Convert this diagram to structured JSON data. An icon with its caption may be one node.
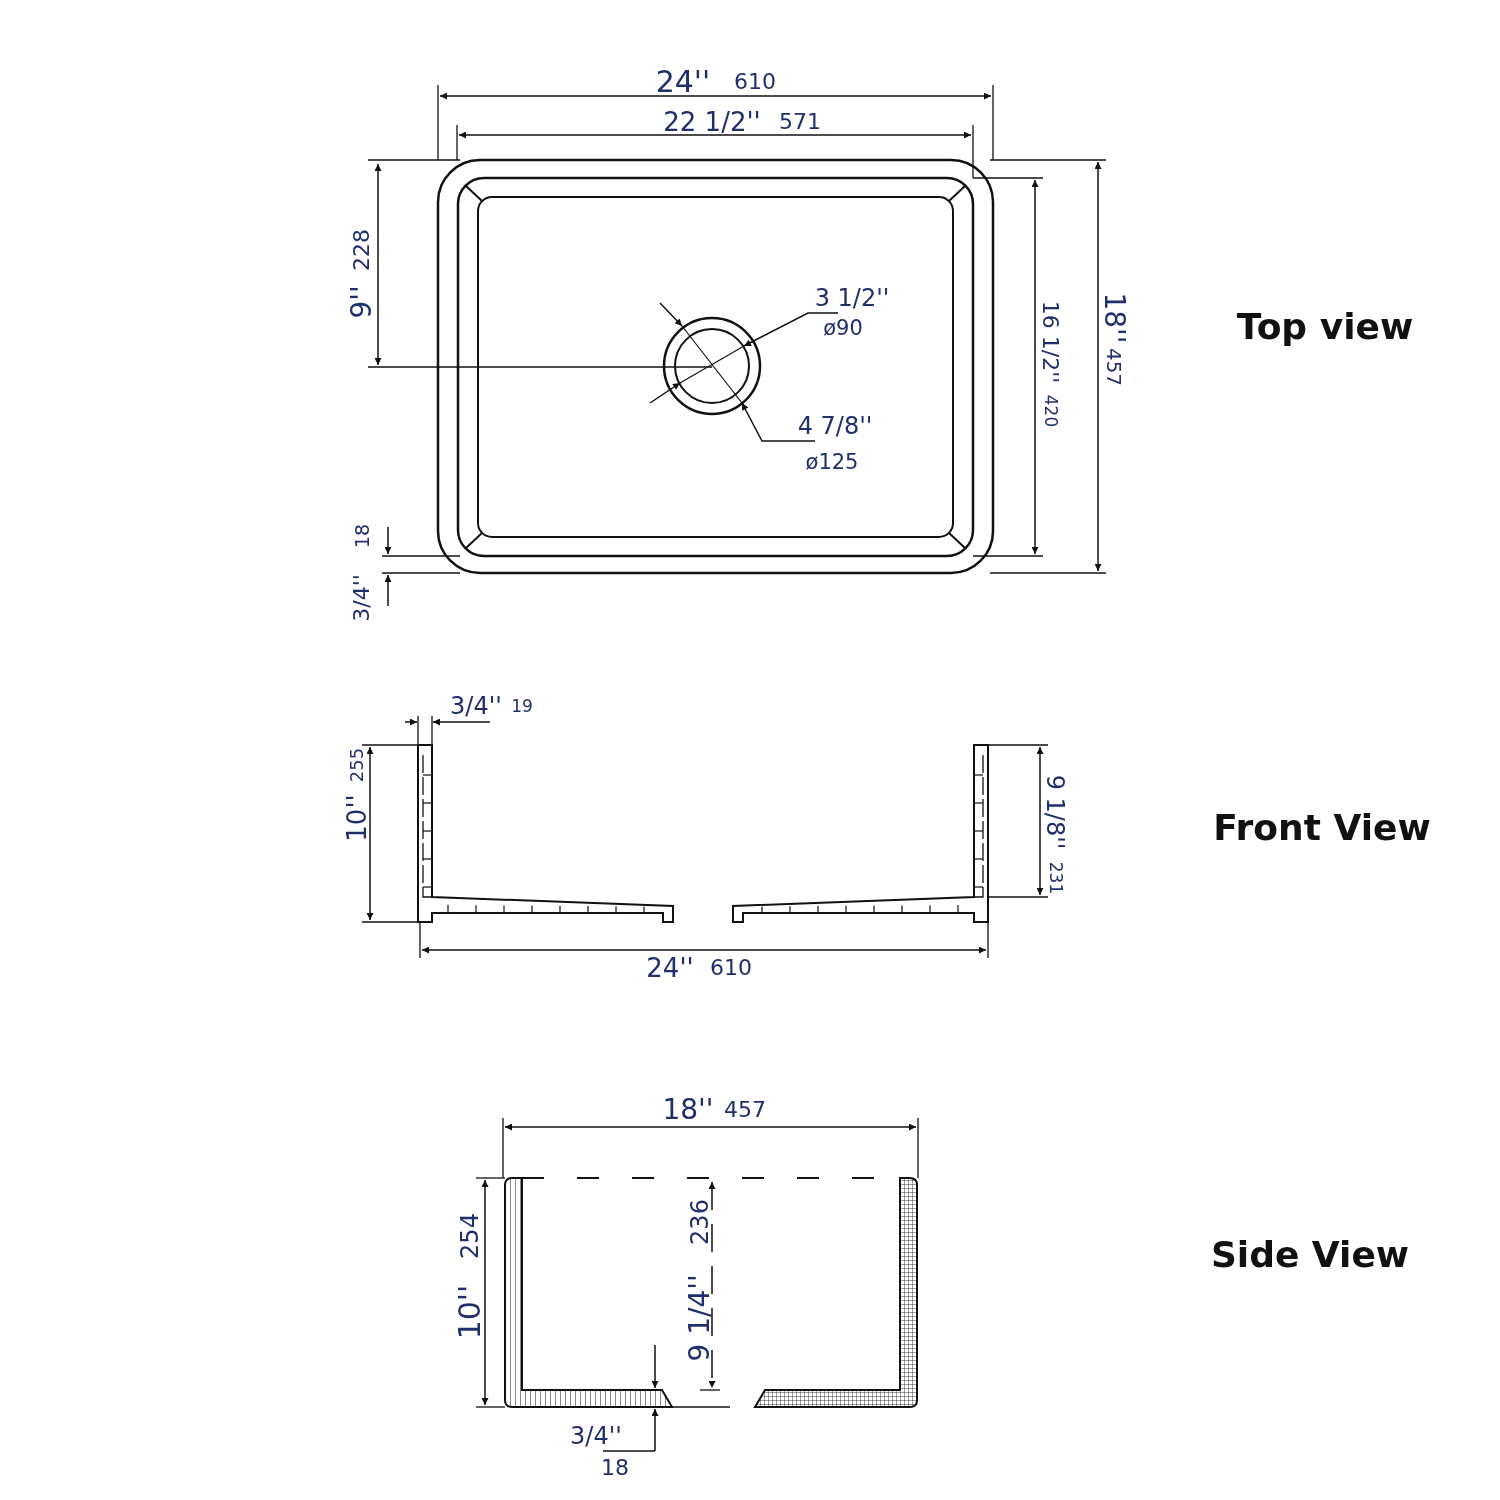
{
  "diagram": {
    "labels": [
      "24''",
      "610",
      "22 1/2''",
      "571",
      "9''",
      "228",
      "3 1/2''",
      "ø90",
      "4 7/8''",
      "ø125",
      "16 1/2''",
      "420",
      "18''",
      "457",
      "18",
      "3/4''",
      "Top view",
      "3/4''",
      "19",
      "10''",
      "255",
      "9 1/8''",
      "231",
      "24''",
      "610",
      "Front View",
      "18''",
      "457",
      "10''",
      "254",
      "9 1/4''",
      "236",
      "3/4''",
      "18",
      "Side View"
    ]
  }
}
